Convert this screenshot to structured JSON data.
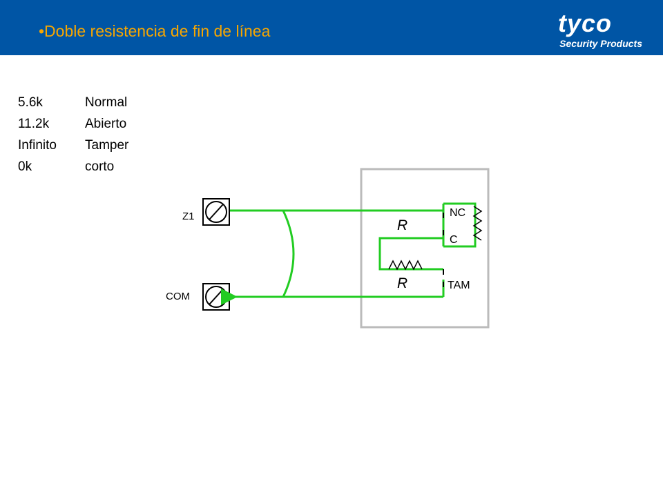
{
  "header": {
    "title": "•Doble resistencia de fin de línea",
    "logo_word": "tyco",
    "logo_sub": "Security Products",
    "background_color": "#0055a5",
    "title_color": "#f7a600"
  },
  "legend": [
    {
      "value": "5.6k",
      "state": "Normal"
    },
    {
      "value": "11.2k",
      "state": "Abierto"
    },
    {
      "value": "Infinito",
      "state": "Tamper"
    },
    {
      "value": "0k",
      "state": "corto"
    }
  ],
  "diagram": {
    "z1_label": "Z1",
    "com_label": "COM",
    "nc_label": "NC",
    "c_label": "C",
    "tam_label": "TAM",
    "resistor_label_top": "R",
    "resistor_label_bottom": "R",
    "wire_color": "#22cc22",
    "box_color": "#bbbbbb",
    "icons": [
      "screw-terminal-icon",
      "resistor-icon"
    ]
  }
}
